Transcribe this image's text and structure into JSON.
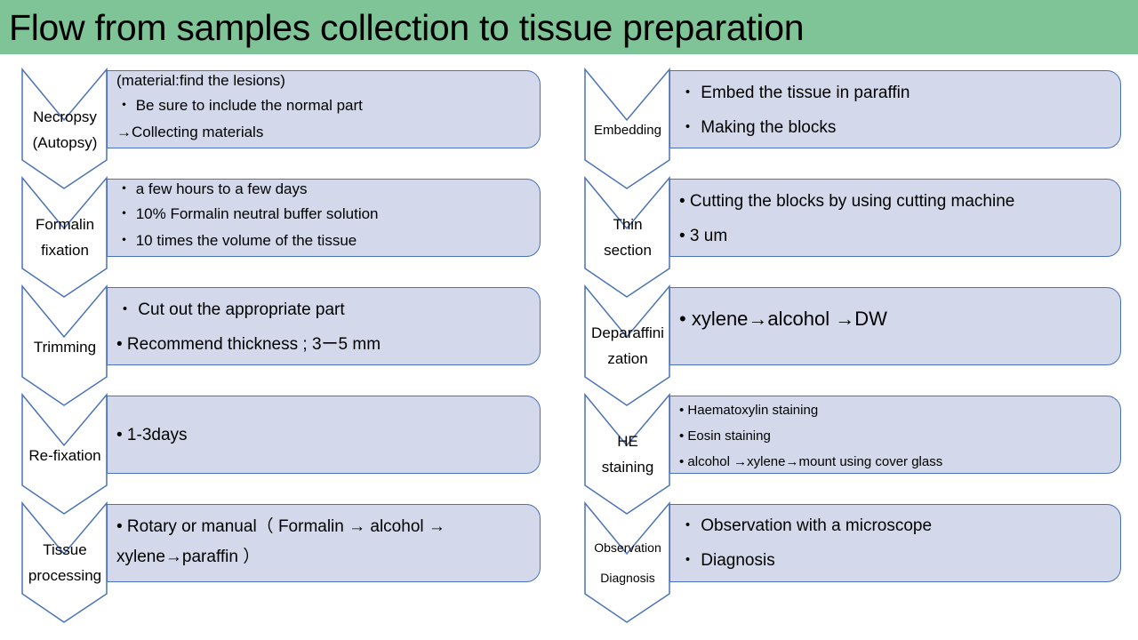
{
  "title": "Flow from samples collection to tissue preparation",
  "colors": {
    "title_bar": "#7ec496",
    "box_fill": "#d3d9ea",
    "outline": "#4a72b8"
  },
  "left_steps": [
    {
      "label_lines": [
        "Necropsy",
        "(Autopsy)"
      ],
      "details": [
        "(material:find the lesions)",
        "・ Be sure to include the normal part",
        "→Collecting materials"
      ]
    },
    {
      "label_lines": [
        "Formalin",
        "fixation"
      ],
      "details": [
        "・ a few hours to a few days",
        "・ 10% Formalin neutral buffer solution",
        "・ 10 times the volume of the tissue"
      ]
    },
    {
      "label_lines": [
        "Trimming"
      ],
      "details": [
        "・ Cut out the appropriate part",
        "• Recommend thickness ; 3ー5 mm"
      ]
    },
    {
      "label_lines": [
        "Re-fixation"
      ],
      "details": [
        "• 1-3days"
      ]
    },
    {
      "label_lines": [
        "Tissue",
        "processing"
      ],
      "details": [
        "• Rotary or manual（ Formalin → alcohol →",
        "xylene→paraffin ）"
      ]
    }
  ],
  "right_steps": [
    {
      "label_lines": [
        "Embedding"
      ],
      "details": [
        "・ Embed the tissue in paraffin",
        "・ Making the blocks"
      ]
    },
    {
      "label_lines": [
        "Thin",
        "section"
      ],
      "details": [
        "• Cutting the blocks by using cutting machine",
        "•  3 um"
      ]
    },
    {
      "label_lines": [
        "Deparaffini",
        "zation"
      ],
      "details": [
        "• xylene→alcohol →DW"
      ]
    },
    {
      "label_lines": [
        "HE",
        "staining"
      ],
      "details": [
        "• Haematoxylin staining",
        "• Eosin staining",
        "• alcohol →xylene→mount using cover glass"
      ]
    },
    {
      "label_lines": [
        "Observation",
        "Diagnosis"
      ],
      "details": [
        "・ Observation with a microscope",
        "・ Diagnosis"
      ]
    }
  ]
}
